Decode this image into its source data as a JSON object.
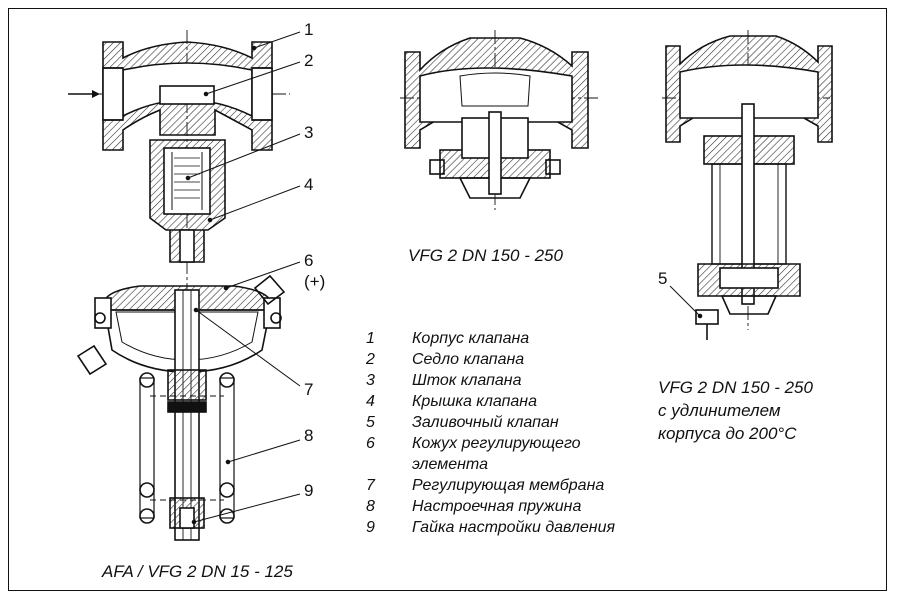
{
  "callouts": [
    "1",
    "2",
    "3",
    "4",
    "6",
    "(+)",
    "7",
    "8",
    "9",
    "5"
  ],
  "captions": {
    "small_valve": "VFG 2 DN 150 - 250",
    "extended_line1": "VFG 2 DN 150 - 250",
    "extended_line2": "с удлинителем",
    "extended_line3": "корпуса до 200°C",
    "main_valve": "AFA / VFG 2 DN 15 - 125"
  },
  "legend": [
    {
      "num": "1",
      "text": "Корпус клапана"
    },
    {
      "num": "2",
      "text": "Седло клапана"
    },
    {
      "num": "3",
      "text": "Шток клапана"
    },
    {
      "num": "4",
      "text": "Крышка клапана"
    },
    {
      "num": "5",
      "text": "Заливочный клапан"
    },
    {
      "num": "6",
      "text": "Кожух регулирующего элемента"
    },
    {
      "num": "7",
      "text": "Регулирующая мембрана"
    },
    {
      "num": "8",
      "text": "Настроечная пружина"
    },
    {
      "num": "9",
      "text": "Гайка настройки давления"
    }
  ]
}
